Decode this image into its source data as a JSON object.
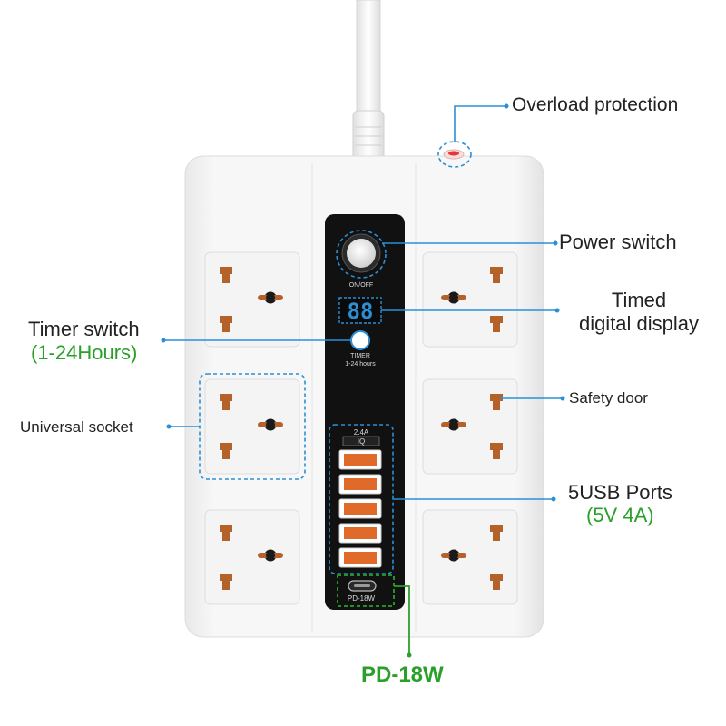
{
  "labels": {
    "overload": "Overload protection",
    "power_switch": "Power switch",
    "timed_display_line1": "Timed",
    "timed_display_line2": "digital display",
    "timer_switch": "Timer switch",
    "timer_switch_range": "(1-24Hours)",
    "universal_socket": "Universal socket",
    "safety_door": "Safety door",
    "usb_ports": "5USB Ports",
    "usb_spec": "(5V 4A)",
    "pd": "PD-18W"
  },
  "device": {
    "on_off": "ON/OFF",
    "display_digits": "88",
    "timer_label": "TIMER",
    "timer_hours": "1-24 hours",
    "usb_rating": "2.4A",
    "usb_iq": "IQ",
    "pd_port_label": "PD-18W",
    "usb_port_count": 5
  },
  "colors": {
    "callout_blue": "#2b8fd6",
    "callout_green": "#2aa02a",
    "socket_orange": "#b4622a",
    "panel_black": "#111111",
    "usb_orange": "#e06a2a"
  }
}
